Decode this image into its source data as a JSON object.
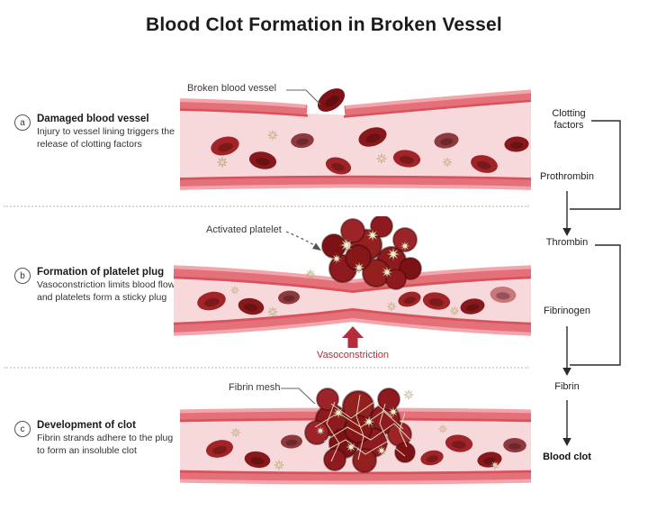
{
  "title": "Blood Clot Formation in Broken Vessel",
  "steps": [
    {
      "letter": "a",
      "heading": "Damaged blood vessel",
      "description": "Injury to vessel lining triggers the release of clotting factors"
    },
    {
      "letter": "b",
      "heading": "Formation of platelet plug",
      "description": "Vasoconstriction limits blood flow and platelets form a sticky plug"
    },
    {
      "letter": "c",
      "heading": "Development of clot",
      "description": "Fibrin strands adhere to the plug to form an insoluble clot"
    }
  ],
  "callouts": {
    "broken_vessel": "Broken blood vessel",
    "activated_platelet": "Activated platelet",
    "vasoconstriction": "Vasoconstriction",
    "fibrin_mesh": "Fibrin mesh"
  },
  "cascade": {
    "clotting_factors": "Clotting factors",
    "prothrombin": "Prothrombin",
    "thrombin": "Thrombin",
    "fibrinogen": "Fibrinogen",
    "fibrin": "Fibrin",
    "blood_clot": "Blood clot"
  },
  "colors": {
    "wall": "#e4707a",
    "wall_light": "#f2a6ab",
    "wall_dark": "#d8515b",
    "lumen": "#f8d9db",
    "rbc": "#9e2428",
    "clot": "#8c1a1e",
    "platelet": "#ead9bb",
    "accent": "#b52c3a",
    "line": "#2b2b2b"
  }
}
